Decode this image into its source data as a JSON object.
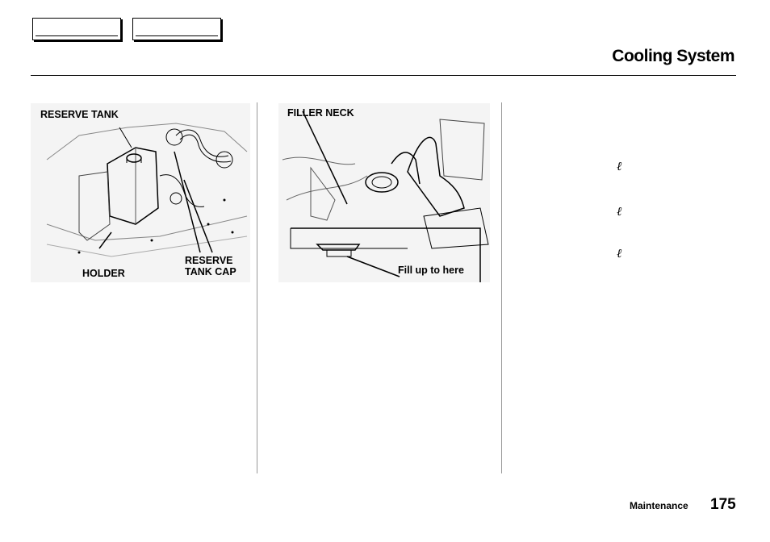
{
  "page": {
    "title": "Cooling System",
    "section": "Maintenance",
    "page_number": "175"
  },
  "figure1": {
    "label_reserve_tank": "RESERVE TANK",
    "label_reserve": "RESERVE",
    "label_tank_cap": "TANK CAP",
    "label_holder": "HOLDER"
  },
  "figure2": {
    "label_filler_neck": "FILLER NECK",
    "label_fill_up": "Fill up to here"
  },
  "bullets": [
    "ℓ",
    "ℓ",
    "ℓ"
  ]
}
